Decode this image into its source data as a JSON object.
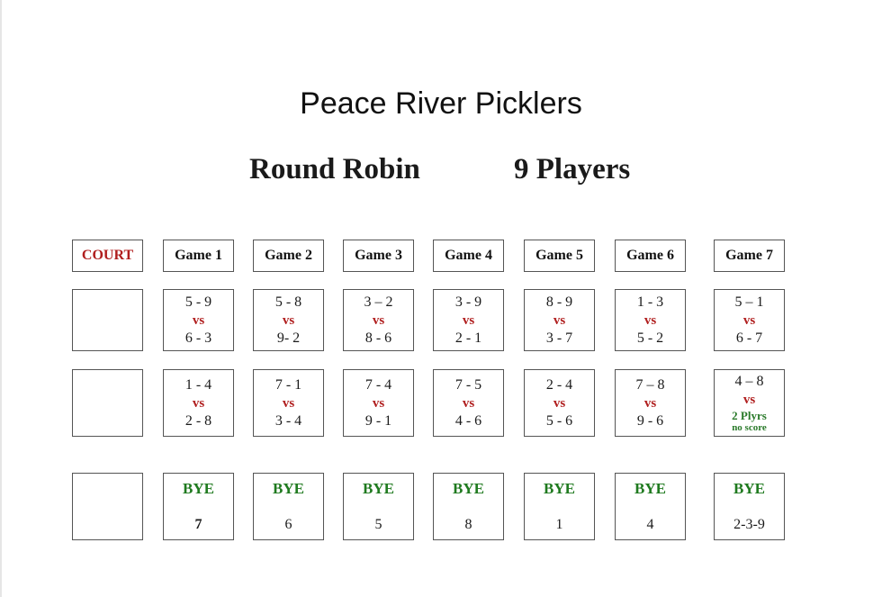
{
  "header": {
    "org": "Peace River Picklers",
    "left": "Round Robin",
    "right": "9 Players"
  },
  "headers": [
    "COURT",
    "Game 1",
    "Game 2",
    "Game 3",
    "Game 4",
    "Game 5",
    "Game 6",
    "Game 7"
  ],
  "vs_label": "vs",
  "row1": [
    {
      "top": "5 - 9",
      "bottom": "6 - 3"
    },
    {
      "top": "5 - 8",
      "bottom": "9- 2"
    },
    {
      "top": "3 – 2",
      "bottom": "8 - 6"
    },
    {
      "top": "3 - 9",
      "bottom": "2 - 1"
    },
    {
      "top": "8 - 9",
      "bottom": "3 - 7"
    },
    {
      "top": "1 - 3",
      "bottom": "5 - 2"
    },
    {
      "top": "5 – 1",
      "bottom": "6 - 7"
    }
  ],
  "row2": [
    {
      "top": "1 - 4",
      "bottom": "2 - 8"
    },
    {
      "top": "7 - 1",
      "bottom": "3 - 4"
    },
    {
      "top": "7 - 4",
      "bottom": "9 - 1"
    },
    {
      "top": "7 - 5",
      "bottom": "4 - 6"
    },
    {
      "top": "2 - 4",
      "bottom": "5 - 6"
    },
    {
      "top": "7 – 8",
      "bottom": "9 - 6"
    },
    {
      "top": "4 – 8",
      "note1": "2 Plyrs",
      "note2": "no score"
    }
  ],
  "bye_label": "BYE",
  "byes": [
    "7",
    "6",
    "5",
    "8",
    "1",
    "4",
    "2-3-9"
  ]
}
